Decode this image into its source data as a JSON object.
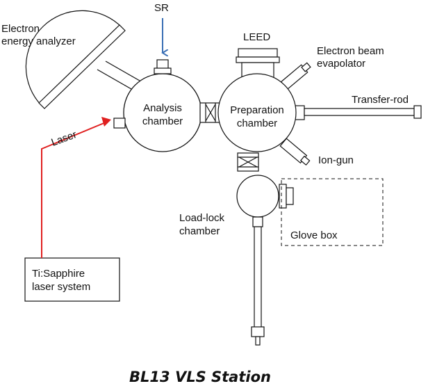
{
  "labels": {
    "sr": "SR",
    "leed": "LEED",
    "analyzer_line1": "Electron",
    "analyzer_line2": "energy analyzer",
    "ebeam_line1": "Electron beam",
    "ebeam_line2": "evapolator",
    "transfer_rod": "Transfer-rod",
    "analysis_line1": "Analysis",
    "analysis_line2": "chamber",
    "prep_line1": "Preparation",
    "prep_line2": "chamber",
    "laser": "Laser",
    "ion_gun": "Ion-gun",
    "loadlock_line1": "Load-lock",
    "loadlock_line2": "chamber",
    "glove_box": "Glove box",
    "ti_line1": "Ti:Sapphire",
    "ti_line2": "laser system"
  },
  "title": "BL13 VLS Station",
  "colors": {
    "sr_arrow": "#3a6fb5",
    "laser_arrow": "#e02020",
    "line": "#111111"
  }
}
